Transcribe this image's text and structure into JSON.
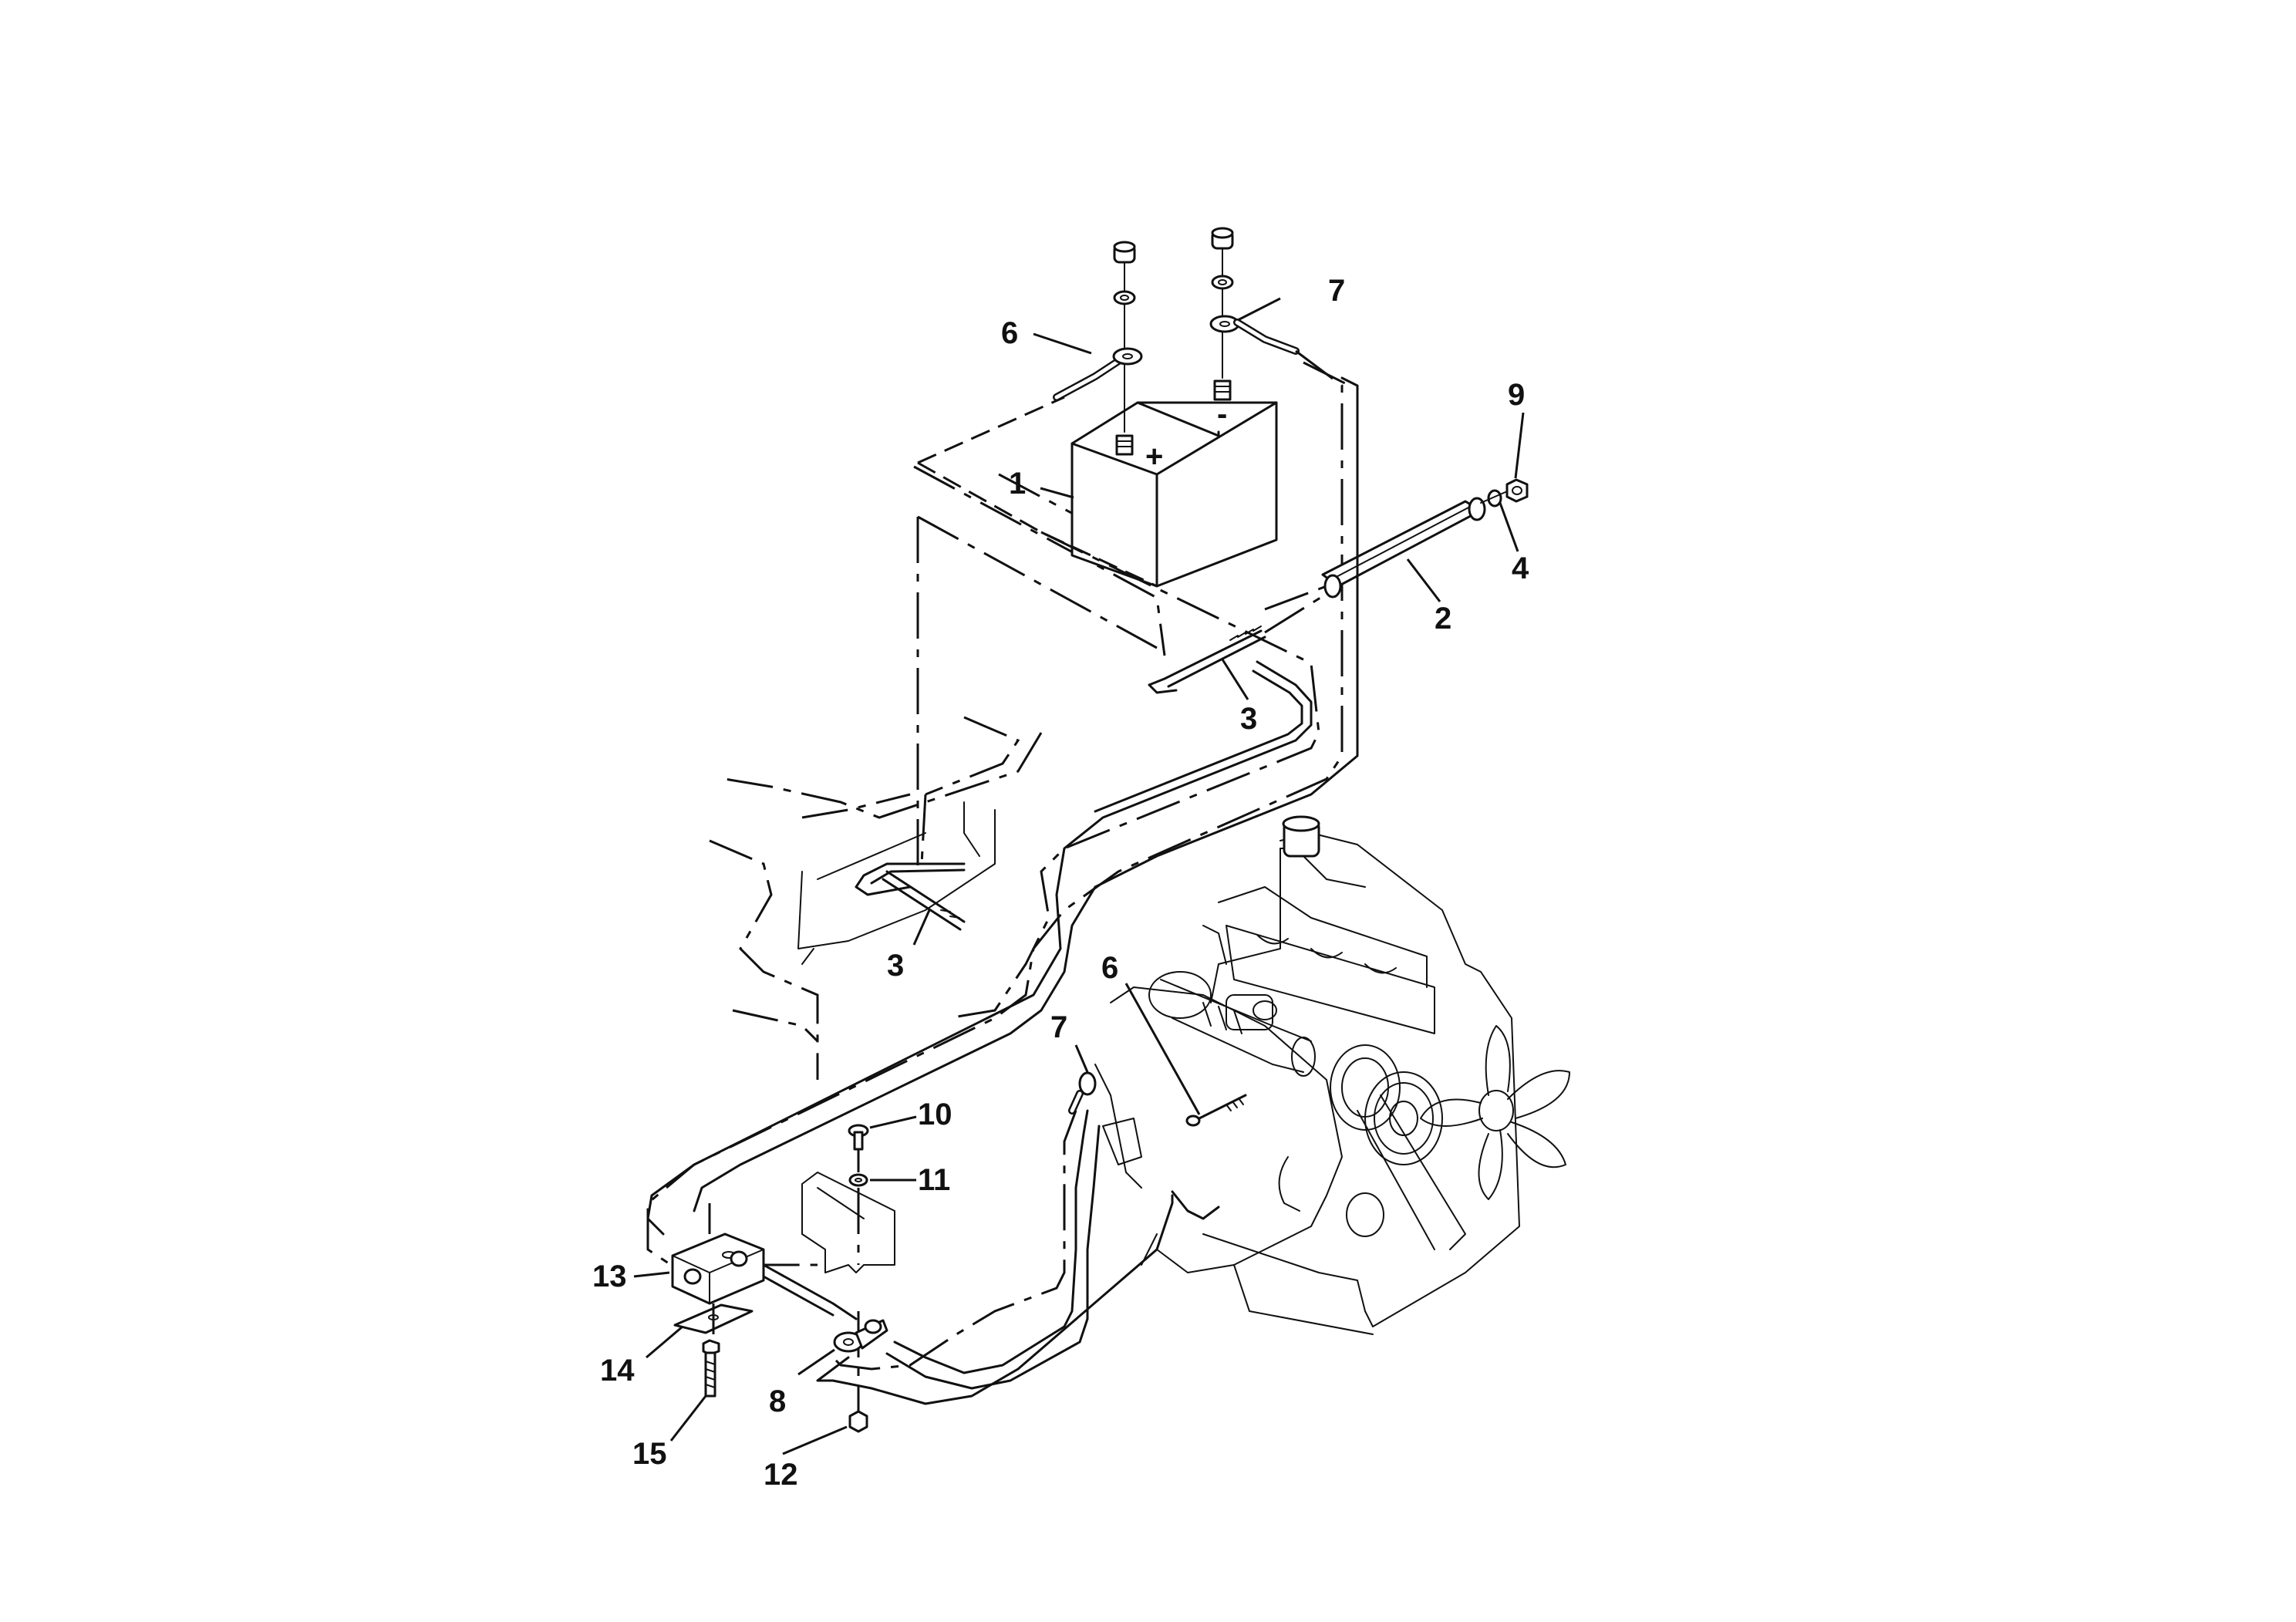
{
  "diagram": {
    "callouts": [
      {
        "id": "c1",
        "label": "1"
      },
      {
        "id": "c2",
        "label": "2"
      },
      {
        "id": "c3a",
        "label": "3"
      },
      {
        "id": "c3b",
        "label": "3"
      },
      {
        "id": "c4",
        "label": "4"
      },
      {
        "id": "c6a",
        "label": "6"
      },
      {
        "id": "c6b",
        "label": "6"
      },
      {
        "id": "c7a",
        "label": "7"
      },
      {
        "id": "c7b",
        "label": "7"
      },
      {
        "id": "c8",
        "label": "8"
      },
      {
        "id": "c9",
        "label": "9"
      },
      {
        "id": "c10",
        "label": "10"
      },
      {
        "id": "c11",
        "label": "11"
      },
      {
        "id": "c12",
        "label": "12"
      },
      {
        "id": "c13",
        "label": "13"
      },
      {
        "id": "c14",
        "label": "14"
      },
      {
        "id": "c15",
        "label": "15"
      }
    ],
    "terminal_signs": {
      "positive": "+",
      "negative": "-"
    }
  }
}
